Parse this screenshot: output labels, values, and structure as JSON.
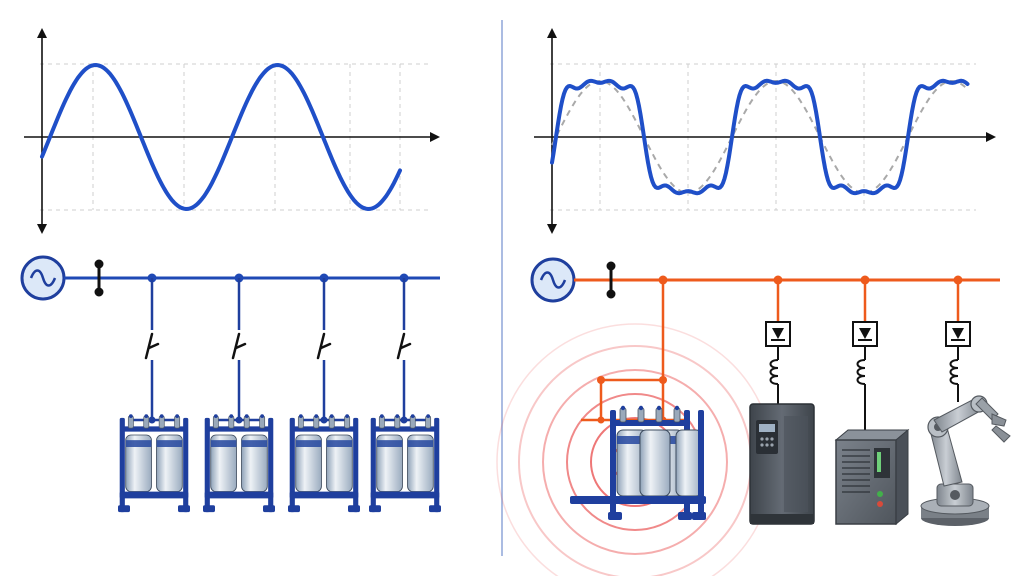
{
  "colors": {
    "background": "#ffffff",
    "clean_wave": "#1f4fc8",
    "distorted_wave": "#1f4fc8",
    "reference_wave": "#a9a9a9",
    "grid": "#c8c8c8",
    "axis": "#111111",
    "clean_bus": "#1f49b5",
    "harmonic_bus": "#ee5a1c",
    "resonance_rings": "#e84a4a",
    "divider": "#8fa6d8",
    "capacitor_body": "#c3cfdc",
    "capacitor_frame": "#1f3f9e",
    "drive_cabinet": "#555b63"
  },
  "left_panel": {
    "waveform": "clean-sine",
    "source_symbol": "~",
    "capacitor_banks": 4,
    "switches": "open"
  },
  "right_panel": {
    "waveform": "distorted-with-harmonics",
    "reference_waveform": "dashed-sine",
    "source_symbol": "~",
    "capacitor_banks": 1,
    "resonance": "concentric-rings",
    "nonlinear_loads": [
      {
        "icon": "variable-frequency-drive-icon"
      },
      {
        "icon": "power-supply-cabinet-icon"
      },
      {
        "icon": "robotic-arm-icon"
      }
    ]
  }
}
